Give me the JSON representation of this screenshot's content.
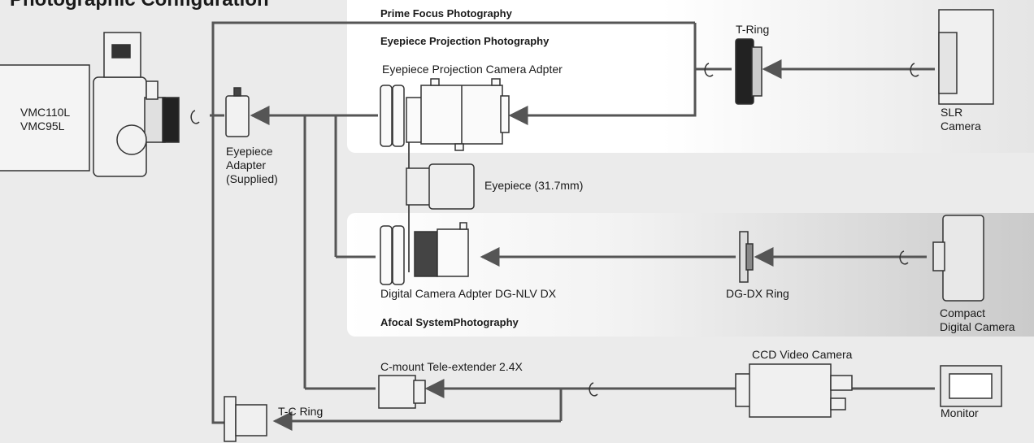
{
  "title": "Photographic Configuration",
  "sections": {
    "prime_focus": "Prime Focus Photography",
    "eyepiece_projection": "Eyepiece Projection Photography",
    "afocal": "Afocal SystemPhotography"
  },
  "labels": {
    "telescope": "VMC110L\nVMC95L",
    "eyepiece_adapter": "Eyepiece\nAdapter\n(Supplied)",
    "projection_adapter": "Eyepiece Projection Camera Adpter",
    "t_ring": "T-Ring",
    "slr_camera": "SLR\nCamera",
    "eyepiece": "Eyepiece (31.7mm)",
    "digital_adapter": "Digital Camera Adpter DG-NLV DX",
    "dg_dx_ring": "DG-DX Ring",
    "compact_camera": "Compact\nDigital Camera",
    "tele_extender": "C-mount Tele-extender 2.4X",
    "ccd_camera": "CCD Video Camera",
    "monitor": "Monitor",
    "tc_ring": "T-C Ring"
  },
  "colors": {
    "line": "#555555",
    "band_light": "#ffffff",
    "band_dark": "#c9c9c9",
    "background": "#ebebeb"
  }
}
